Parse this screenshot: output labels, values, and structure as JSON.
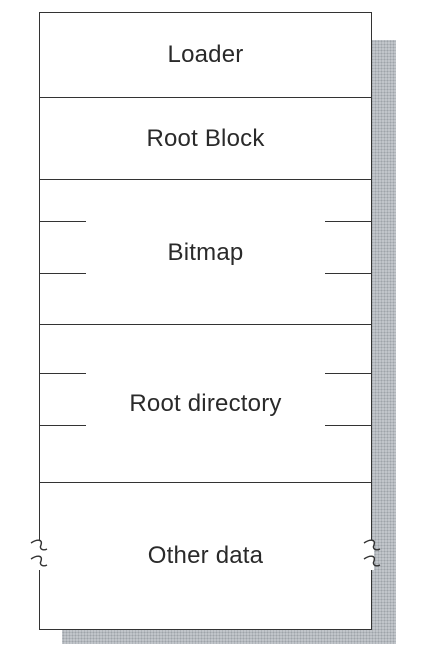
{
  "diagram": {
    "sections": [
      {
        "id": "loader",
        "label": "Loader"
      },
      {
        "id": "root-block",
        "label": "Root Block"
      },
      {
        "id": "bitmap",
        "label": "Bitmap"
      },
      {
        "id": "root-directory",
        "label": "Root directory"
      },
      {
        "id": "other-data",
        "label": "Other data"
      }
    ]
  }
}
